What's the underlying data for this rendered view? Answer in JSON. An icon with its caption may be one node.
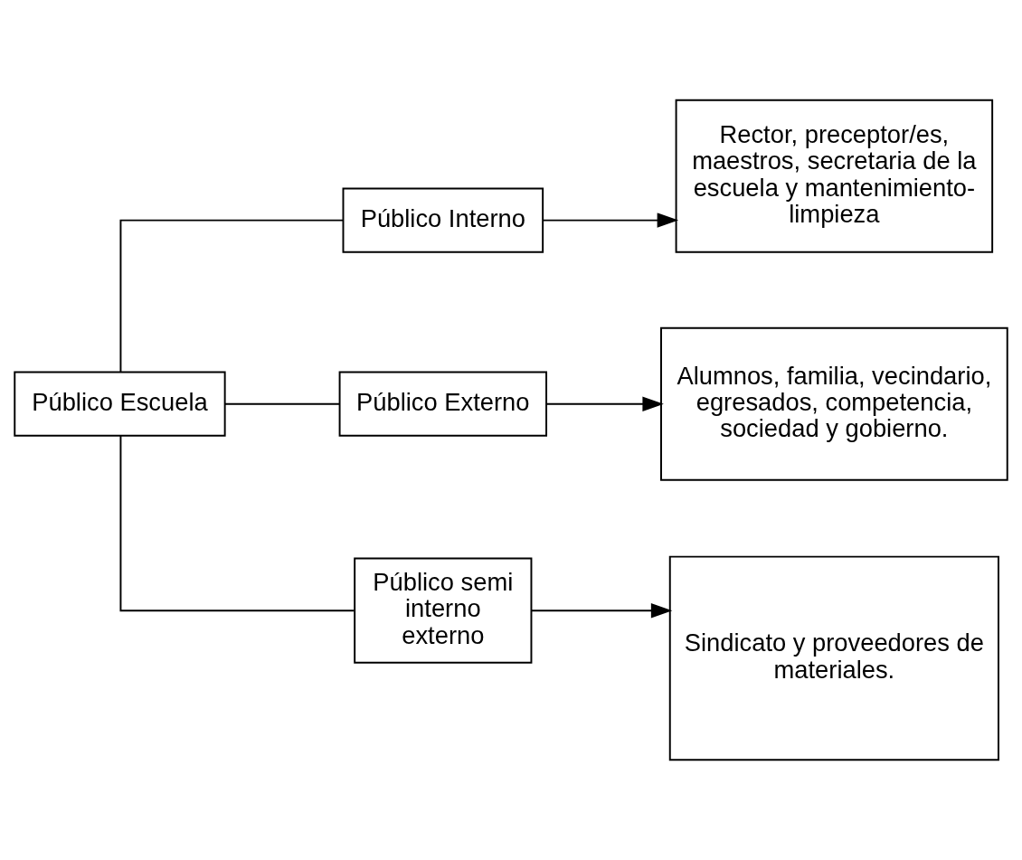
{
  "diagram": {
    "nodes": [
      {
        "text": [
          "Público Escuela"
        ]
      },
      {
        "text": [
          "Público Interno"
        ]
      },
      {
        "text": [
          "Rector, preceptor/es, maestros, secretaria de la escuela y mantenimiento-limpieza"
        ]
      },
      {
        "text": [
          "Público Externo"
        ]
      },
      {
        "text": [
          "Alumnos, familia, vecindario, egresados, competencia, sociedad y gobierno."
        ]
      },
      {
        "text": [
          "Público semi interno externo"
        ]
      },
      {
        "text": [
          "Sindicato y proveedores de materiales."
        ]
      }
    ],
    "edges": [
      {
        "from": 0,
        "to": 1,
        "arrow": "none"
      },
      {
        "from": 0,
        "to": 3,
        "arrow": "none"
      },
      {
        "from": 0,
        "to": 5,
        "arrow": "none"
      },
      {
        "from": 1,
        "to": 2,
        "arrow": "to"
      },
      {
        "from": 3,
        "to": 4,
        "arrow": "to"
      },
      {
        "from": 5,
        "to": 6,
        "arrow": "to"
      }
    ]
  }
}
